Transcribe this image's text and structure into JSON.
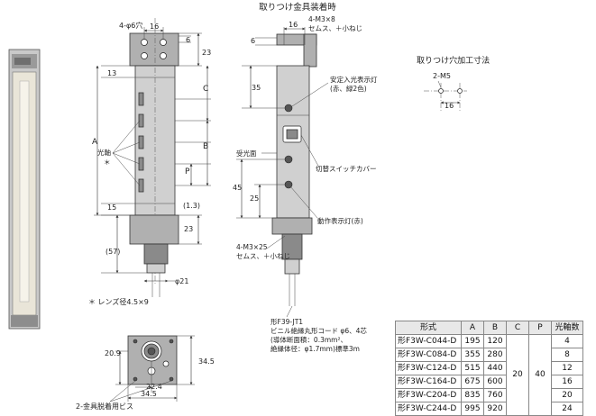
{
  "title": "取りつけ金具装着時",
  "hole_title": "取りつけ穴加工寸法",
  "front": {
    "holes_label": "4-φ6穴",
    "dim_top_16": "16",
    "dim_top_6": "6",
    "dim_23_top": "23",
    "dim_13": "13",
    "dim_A": "A",
    "dim_C": "C",
    "dim_B": "B",
    "dim_P": "P",
    "dim_15": "15",
    "dim_1_3": "(1.3)",
    "dim_23_bottom": "23",
    "dim_57": "(57)",
    "dim_phi21": "φ21",
    "beam_axis": "光軸",
    "asterisk": "＊",
    "lens_note": "＊ レンズ径4.5×9"
  },
  "side": {
    "screws_top": "4-M3×8",
    "screws_top_2": "セムス、＋小ねじ",
    "dim_6": "6",
    "dim_16": "16",
    "dim_35": "35",
    "dim_45": "45",
    "dim_25": "25",
    "stability_lamp": "安定入光表示灯",
    "stability_lamp_2": "(赤、緑2色)",
    "receiver_face": "受光面",
    "switch_cover": "切替スイッチカバー",
    "operation_lamp": "動作表示灯(赤)",
    "screws_bottom": "4-M3×25",
    "screws_bottom_2": "セムス、＋小ねじ",
    "cable_model": "形F39-JT1",
    "cable_1": "ビニル絶縁丸形コード φ6、4芯",
    "cable_2": "(導体断面積：0.3mm²、",
    "cable_3": "絶縁体径：φ1.7mm)標準3m"
  },
  "hole_spec": {
    "label": "2-M5",
    "dim": "16"
  },
  "bottom": {
    "dim_20_9": "20.9",
    "dim_22_4": "22.4",
    "dim_34_5_h": "34.5",
    "dim_34_5_v": "34.5",
    "bracket_screws": "2-金具脱着用ビス"
  },
  "table": {
    "headers": [
      "形式",
      "A",
      "B",
      "C",
      "P",
      "光軸数"
    ],
    "rows": [
      {
        "model": "形F3W-C044-D",
        "A": "195",
        "B": "120",
        "axes": "4"
      },
      {
        "model": "形F3W-C084-D",
        "A": "355",
        "B": "280",
        "axes": "8"
      },
      {
        "model": "形F3W-C124-D",
        "A": "515",
        "B": "440",
        "axes": "12"
      },
      {
        "model": "形F3W-C164-D",
        "A": "675",
        "B": "600",
        "axes": "16"
      },
      {
        "model": "形F3W-C204-D",
        "A": "835",
        "B": "760",
        "axes": "20"
      },
      {
        "model": "形F3W-C244-D",
        "A": "995",
        "B": "920",
        "axes": "24"
      }
    ],
    "C": "20",
    "P": "40"
  }
}
